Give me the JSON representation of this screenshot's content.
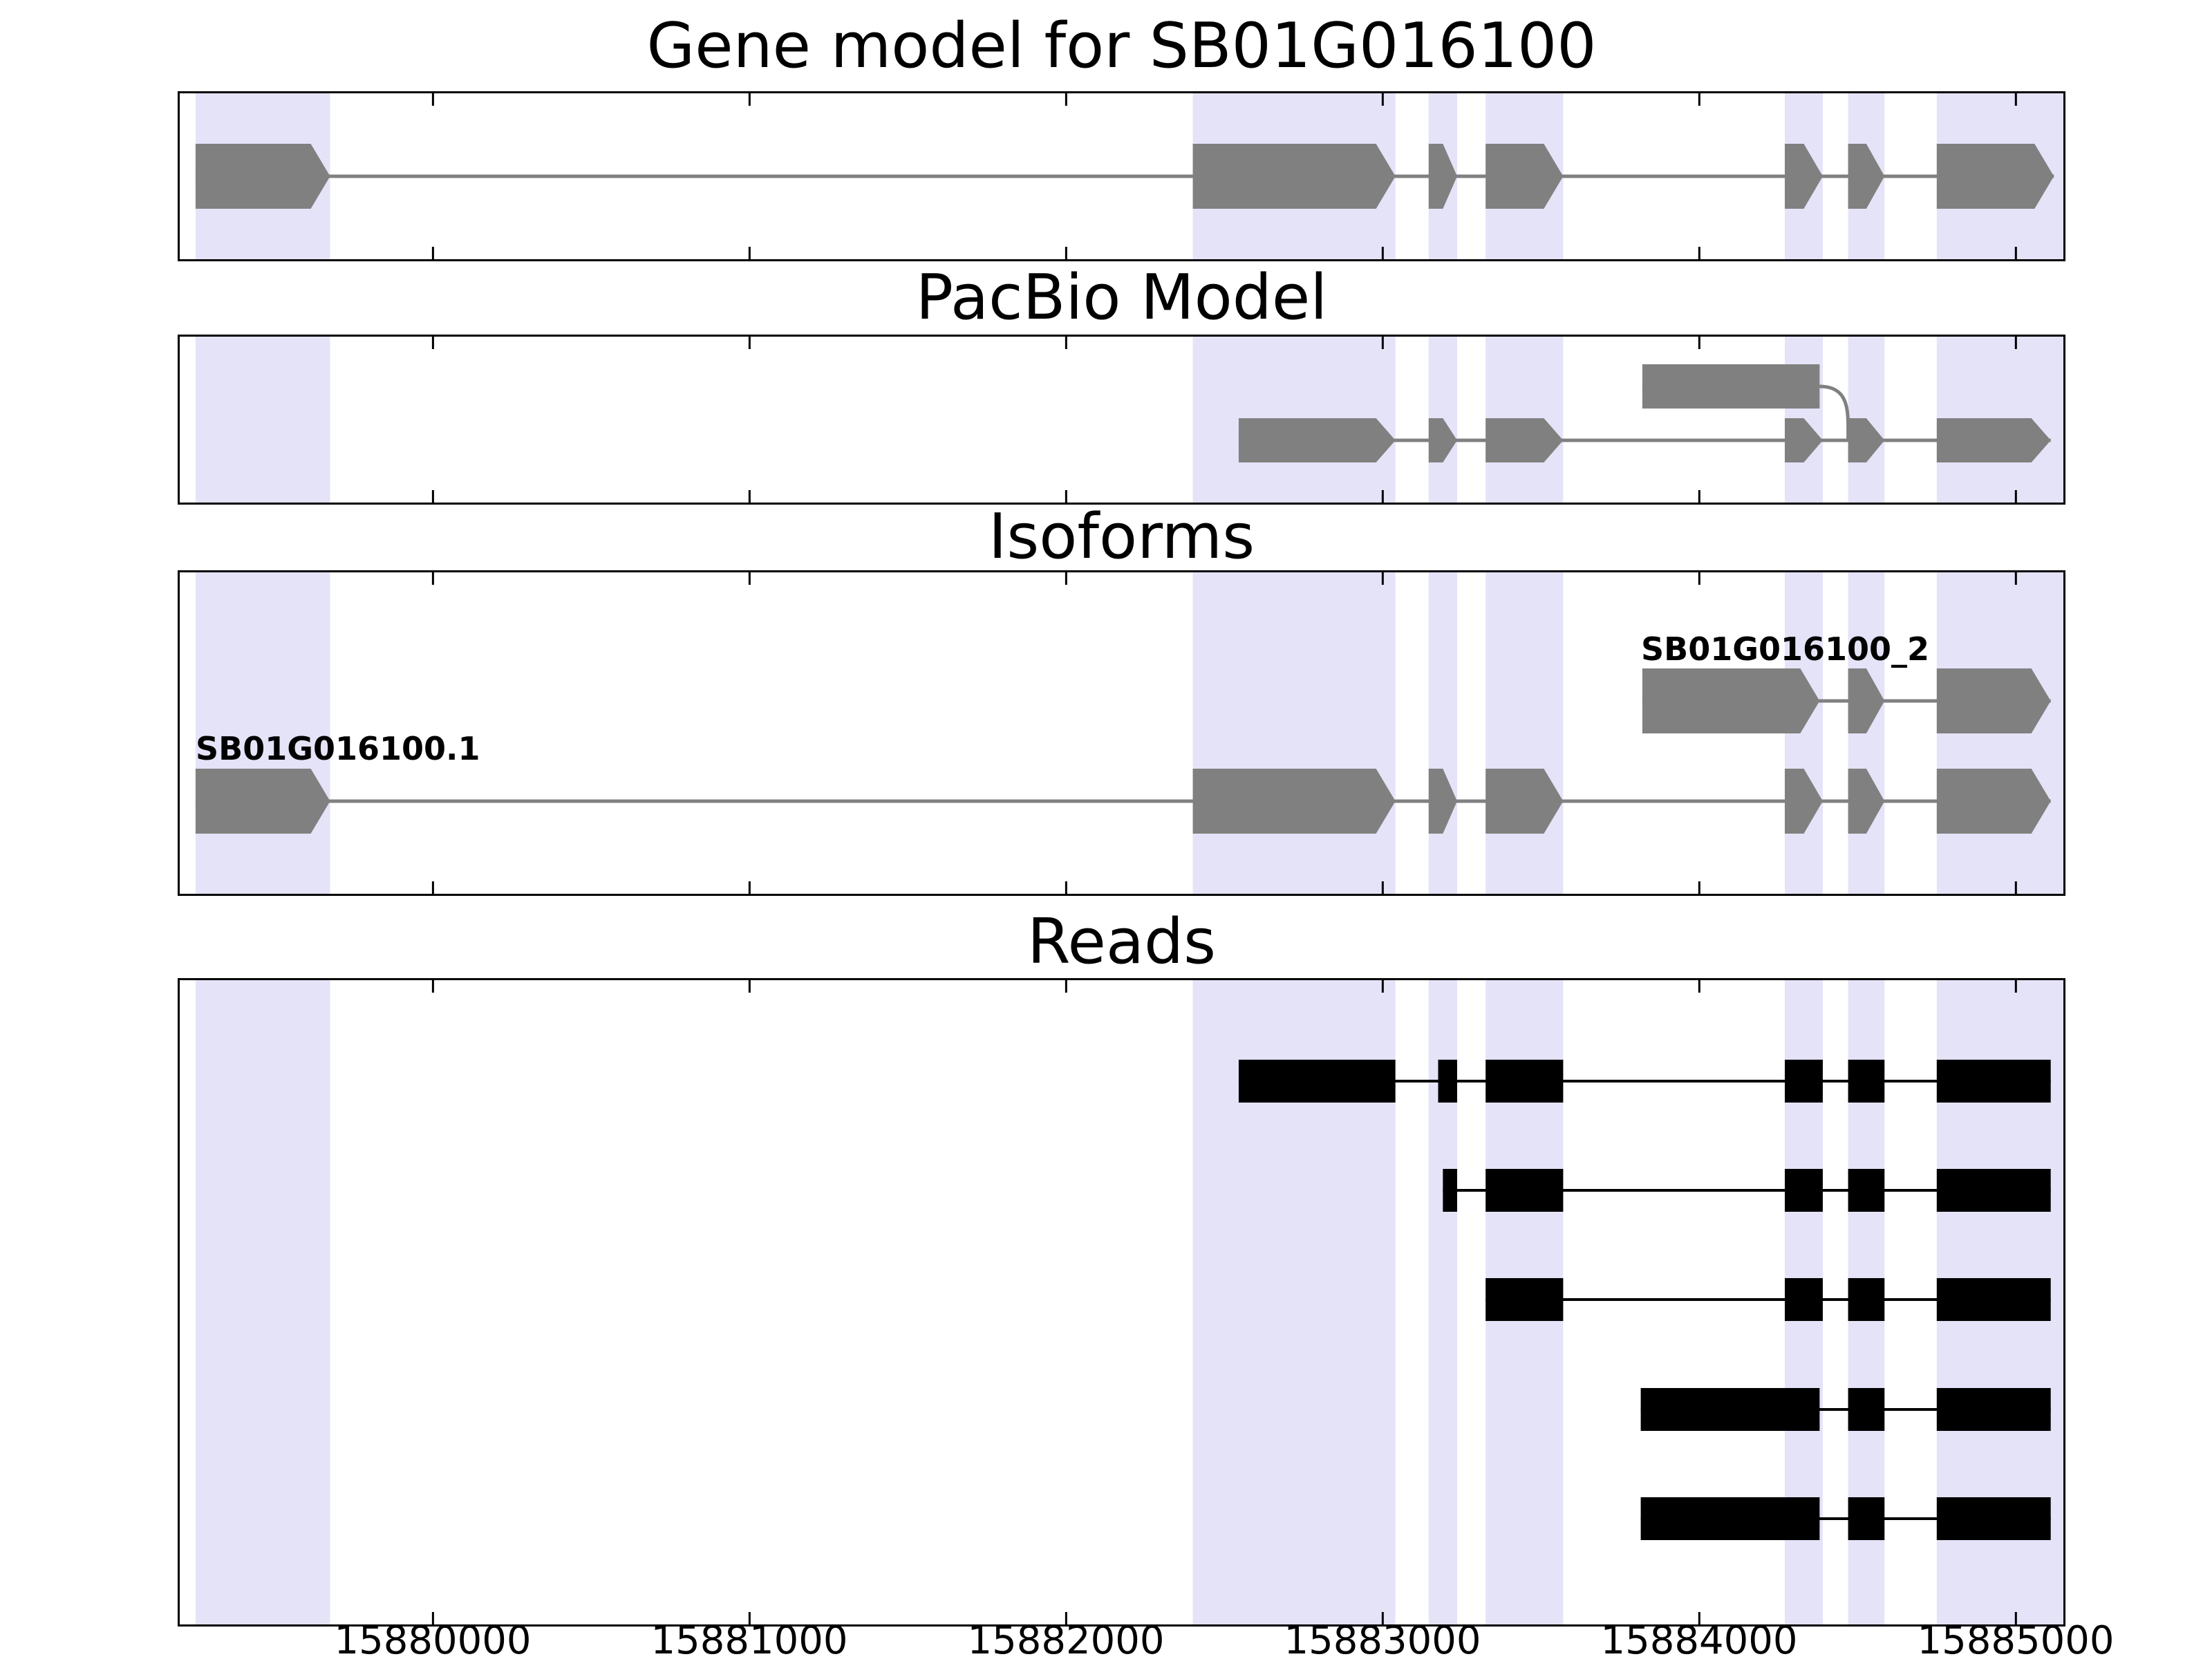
{
  "chart_data": {
    "type": "gene_model_tracks",
    "title": "Gene model for SB01G016100",
    "x_axis": {
      "min": 15879200,
      "max": 15885150,
      "ticks": [
        15880000,
        15881000,
        15882000,
        15883000,
        15884000,
        15885000
      ],
      "tick_labels": [
        "15880000",
        "15881000",
        "15882000",
        "15883000",
        "15884000",
        "15885000"
      ]
    },
    "colors": {
      "highlight_band": "#e4e3f8",
      "gene": "#808080",
      "read": "#000000",
      "frame": "#000000",
      "background": "#ffffff"
    },
    "highlight_regions": [
      [
        15879250,
        15879675
      ],
      [
        15882400,
        15883040
      ],
      [
        15883145,
        15883235
      ],
      [
        15883325,
        15883570
      ],
      [
        15884270,
        15884390
      ],
      [
        15884470,
        15884585
      ],
      [
        15884750,
        15885150
      ]
    ],
    "panels": [
      {
        "title": "Gene model for SB01G016100",
        "kind": "transcripts",
        "transcripts": [
          {
            "name": "SB01G016100-gene-model",
            "row": 0,
            "arrow": true,
            "exons": [
              [
                15879250,
                15879675
              ],
              [
                15882400,
                15883040
              ],
              [
                15883145,
                15883235
              ],
              [
                15883325,
                15883570
              ],
              [
                15884270,
                15884390
              ],
              [
                15884470,
                15884585
              ],
              [
                15884750,
                15885120
              ]
            ]
          }
        ]
      },
      {
        "title": "PacBio Model",
        "kind": "transcripts",
        "transcripts": [
          {
            "name": "pacbio-model-full",
            "row": 0,
            "arrow": true,
            "exons": [
              [
                15882545,
                15883040
              ],
              [
                15883145,
                15883235
              ],
              [
                15883325,
                15883570
              ],
              [
                15884270,
                15884390
              ],
              [
                15884470,
                15884585
              ],
              [
                15884750,
                15885110
              ]
            ]
          },
          {
            "name": "pacbio-model-alt-start",
            "row": 1,
            "arrow": false,
            "splice_to": 15884470,
            "exons": [
              [
                15883820,
                15884380
              ]
            ]
          }
        ]
      },
      {
        "title": "Isoforms",
        "kind": "transcripts",
        "transcripts": [
          {
            "name": "SB01G016100_2",
            "label": "SB01G016100_2",
            "row": 1,
            "arrow": true,
            "exons": [
              [
                15883820,
                15884380
              ],
              [
                15884470,
                15884585
              ],
              [
                15884750,
                15885110
              ]
            ]
          },
          {
            "name": "SB01G016100.1",
            "label": "SB01G016100.1",
            "row": 0,
            "arrow": true,
            "exons": [
              [
                15879250,
                15879675
              ],
              [
                15882400,
                15883040
              ],
              [
                15883145,
                15883235
              ],
              [
                15883325,
                15883570
              ],
              [
                15884270,
                15884390
              ],
              [
                15884470,
                15884585
              ],
              [
                15884750,
                15885110
              ]
            ]
          }
        ]
      },
      {
        "title": "Reads",
        "kind": "reads",
        "reads": [
          [
            [
              15882545,
              15883040
            ],
            [
              15883175,
              15883235
            ],
            [
              15883325,
              15883570
            ],
            [
              15884270,
              15884390
            ],
            [
              15884470,
              15884585
            ],
            [
              15884750,
              15885110
            ]
          ],
          [
            [
              15883190,
              15883235
            ],
            [
              15883325,
              15883570
            ],
            [
              15884270,
              15884390
            ],
            [
              15884470,
              15884585
            ],
            [
              15884750,
              15885110
            ]
          ],
          [
            [
              15883325,
              15883570
            ],
            [
              15884270,
              15884390
            ],
            [
              15884470,
              15884585
            ],
            [
              15884750,
              15885110
            ]
          ],
          [
            [
              15883815,
              15884380
            ],
            [
              15884470,
              15884585
            ],
            [
              15884750,
              15885110
            ]
          ],
          [
            [
              15883815,
              15884380
            ],
            [
              15884470,
              15884585
            ],
            [
              15884750,
              15885110
            ]
          ]
        ]
      }
    ]
  }
}
